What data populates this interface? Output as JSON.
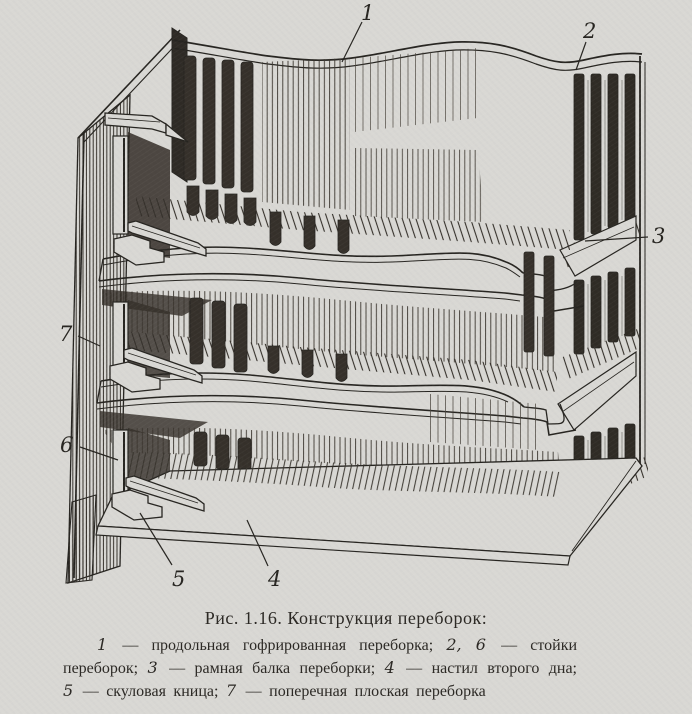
{
  "page": {
    "paper_color": "#d9d8d4",
    "ink_color": "#262420"
  },
  "figure": {
    "caption": "Рис. 1.16. Конструкция переборок:",
    "callouts": {
      "c1": "1",
      "c2": "2",
      "c3": "3",
      "c4": "4",
      "c5": "5",
      "c6": "6",
      "c7": "7"
    },
    "legend": [
      {
        "num": "1",
        "text": "— продольная гофрированная переборка;"
      },
      {
        "num": "2, 6",
        "text": "— стойки переборок;"
      },
      {
        "num": "3",
        "text": "— рамная балка переборки;"
      },
      {
        "num": "4",
        "text": "— настил второго дна;"
      },
      {
        "num": "5",
        "text": "— скуловая кница;"
      },
      {
        "num": "7",
        "text": "— поперечная плоская переборка"
      }
    ]
  }
}
